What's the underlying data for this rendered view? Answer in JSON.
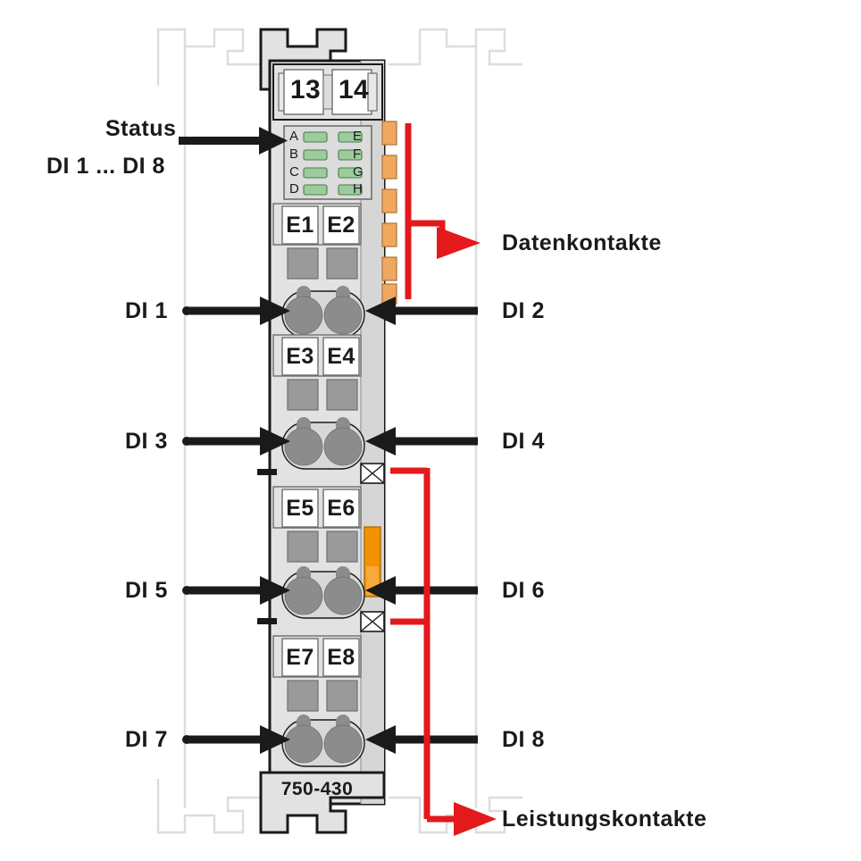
{
  "diagram": {
    "module_part_number": "750-430",
    "top_terminals": [
      "13",
      "14"
    ],
    "led_panel": {
      "left_labels": [
        "A",
        "B",
        "C",
        "D"
      ],
      "right_labels": [
        "E",
        "F",
        "G",
        "H"
      ],
      "led_color": "#9ccc9c"
    },
    "terminal_labels": [
      "E1",
      "E2",
      "E3",
      "E4",
      "E5",
      "E6",
      "E7",
      "E8"
    ],
    "colors": {
      "body": "#e2e2e2",
      "body_dark": "#cfcfcf",
      "outline": "#1a1a1a",
      "data_contact": "#f0a860",
      "power_contact": "#f39200",
      "callout_red": "#e3191c",
      "arrow_black": "#1a1a1a",
      "ghost": "#e0e0e0",
      "connector_gray": "#8c8c8c",
      "pad_gray": "#9a9a9a"
    }
  },
  "callouts": {
    "status": {
      "line1": "Status",
      "line2": "DI 1 ... DI 8"
    },
    "left": [
      {
        "label": "DI 1"
      },
      {
        "label": "DI 3"
      },
      {
        "label": "DI 5"
      },
      {
        "label": "DI 7"
      }
    ],
    "right": [
      {
        "label": "DI 2"
      },
      {
        "label": "DI 4"
      },
      {
        "label": "DI 6"
      },
      {
        "label": "DI 8"
      }
    ],
    "data_contacts": "Datenkontakte",
    "power_contacts": "Leistungskontakte"
  }
}
